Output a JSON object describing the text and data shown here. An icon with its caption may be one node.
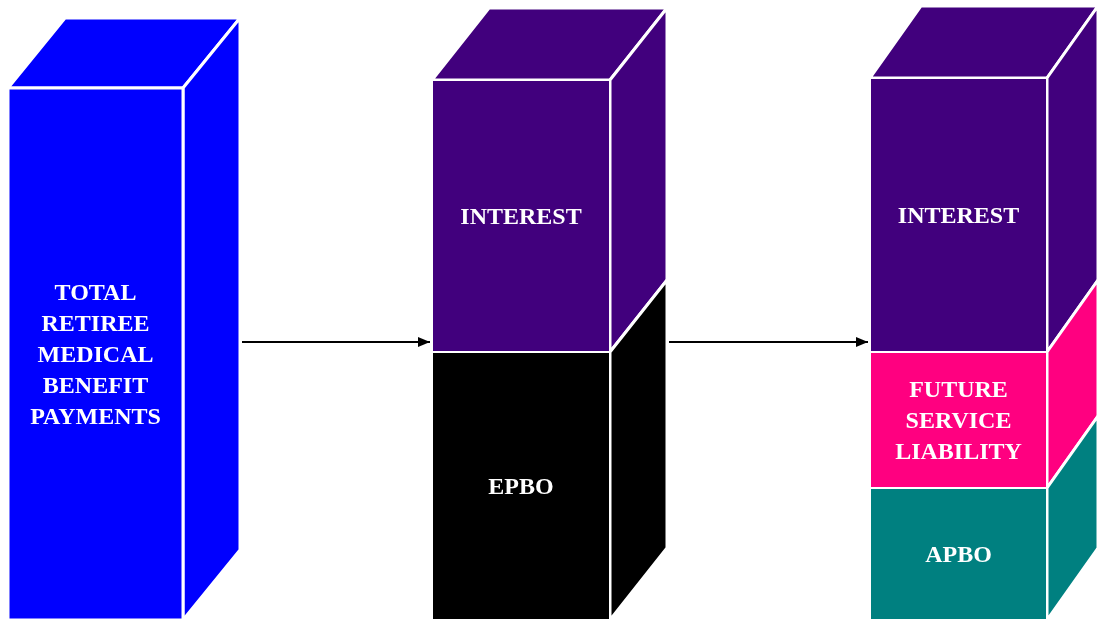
{
  "diagram": {
    "nodes": [
      {
        "text": [
          "TOTAL RETIREE MEDICAL BENEFIT PAYMENTS"
        ]
      },
      {
        "text": [],
        "shape": "box"
      },
      {
        "text": [
          "INTEREST"
        ],
        "in": 1
      },
      {
        "text": [
          "EPBO"
        ],
        "in": 1
      },
      {
        "text": [],
        "shape": "box"
      },
      {
        "text": [
          "INTEREST"
        ],
        "in": 4
      },
      {
        "text": [
          "FUTURE SERVICE LIABILITY"
        ],
        "in": 4
      },
      {
        "text": [
          "APBO"
        ],
        "in": 4
      }
    ],
    "edges": [
      {
        "from": 0,
        "to": 1,
        "arrow": "to"
      },
      {
        "from": 1,
        "to": 4,
        "arrow": "to"
      }
    ]
  }
}
